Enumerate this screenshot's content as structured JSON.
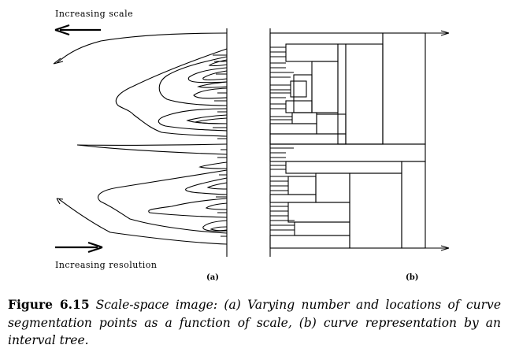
{
  "labels": {
    "scale": "Increasing  scale",
    "resolution": "Increasing  resolution",
    "panel_a": "(a)",
    "panel_b": "(b)"
  },
  "caption": {
    "figure_number": "Figure 6.15",
    "text": "Scale-space image: (a) Varying number and locations of curve segmentation points as a function of scale, (b) curve representation by an interval tree."
  }
}
